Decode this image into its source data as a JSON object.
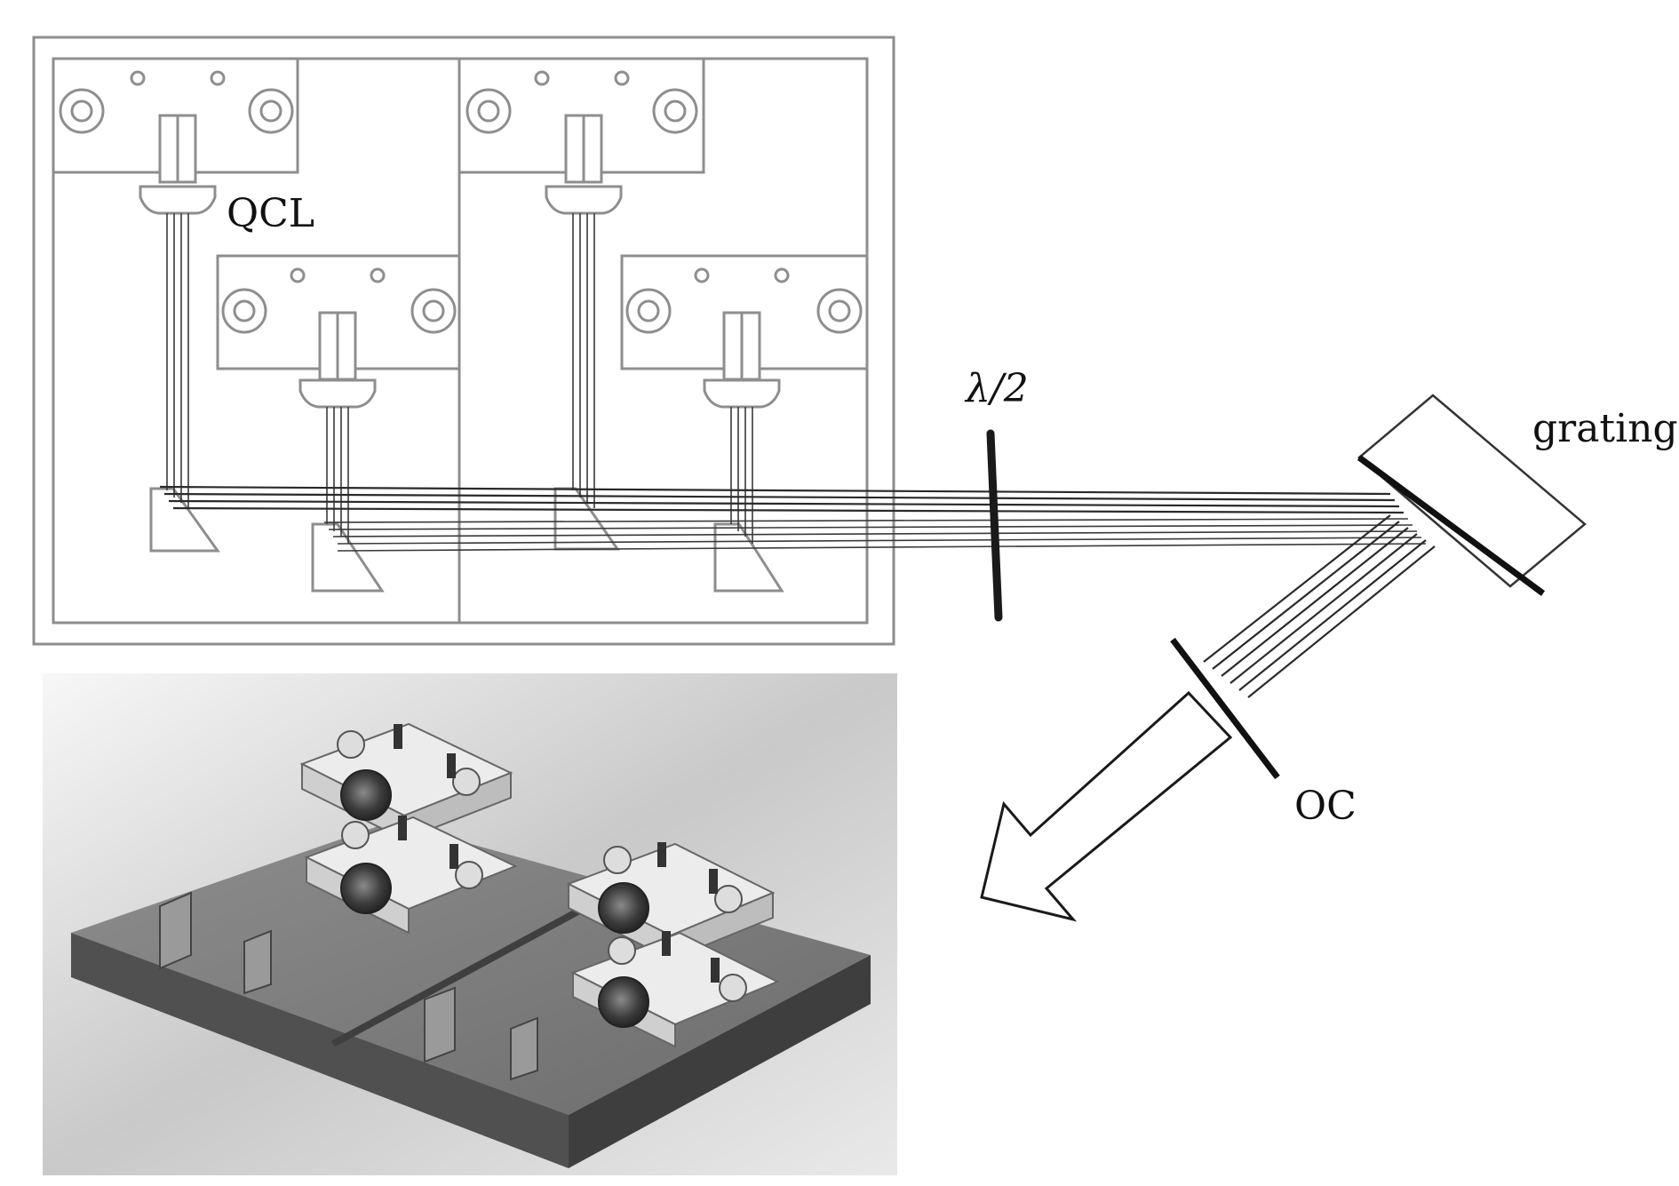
{
  "labels": {
    "qcl": "QCL",
    "half_wave": "λ/2",
    "grating": "grating",
    "output_coupler": "OC"
  }
}
